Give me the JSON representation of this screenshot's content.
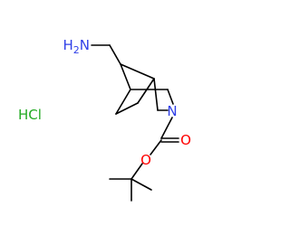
{
  "molecule": {
    "atoms": {
      "amine": "H2N",
      "ring_nitrogen": "N",
      "carbonyl_oxygen": "O",
      "ester_oxygen": "O"
    },
    "salt": "HCl"
  },
  "colors": {
    "bond": "#000000",
    "nitrogen": "#3040e8",
    "oxygen": "#ff0000",
    "chlorine": "#22aa22",
    "background": "#ffffff"
  }
}
